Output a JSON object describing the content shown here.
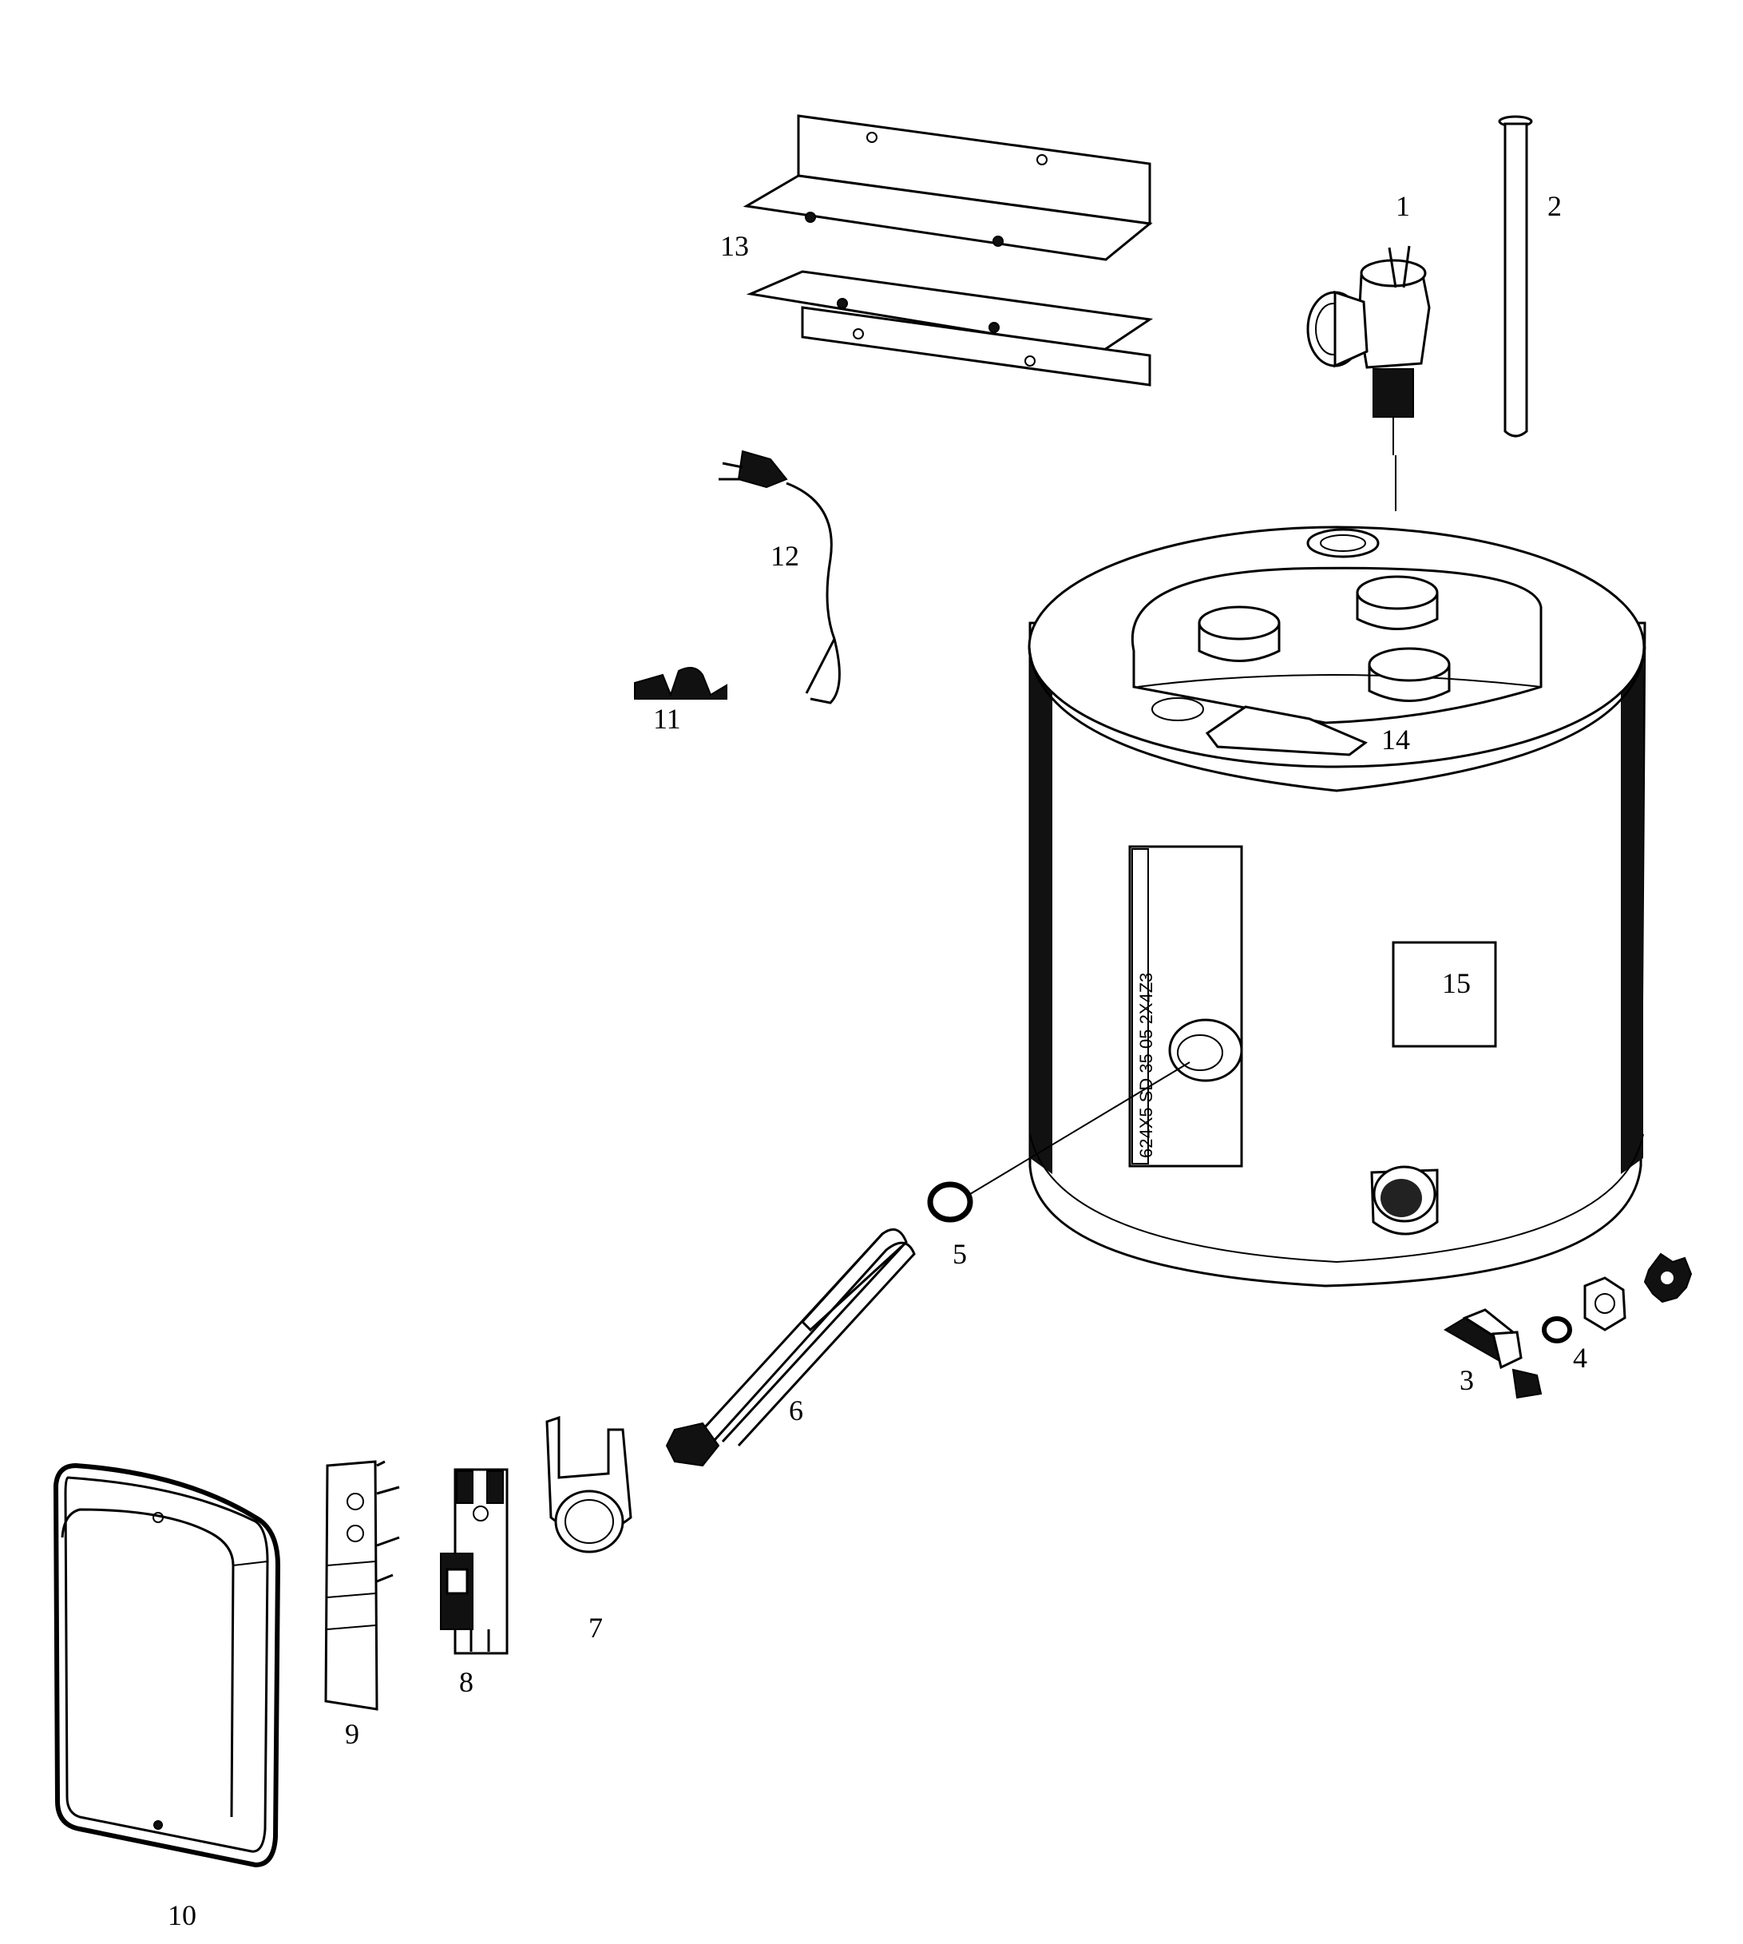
{
  "labels": {
    "p1": "1",
    "p2": "2",
    "p3": "3",
    "p4": "4",
    "p5": "5",
    "p6": "6",
    "p7": "7",
    "p8": "8",
    "p9": "9",
    "p10": "10",
    "p11": "11",
    "p12": "12",
    "p13": "13",
    "p14": "14",
    "p15": "15"
  },
  "stamp_text": "624X5 SD 35 05 2X4Z3"
}
